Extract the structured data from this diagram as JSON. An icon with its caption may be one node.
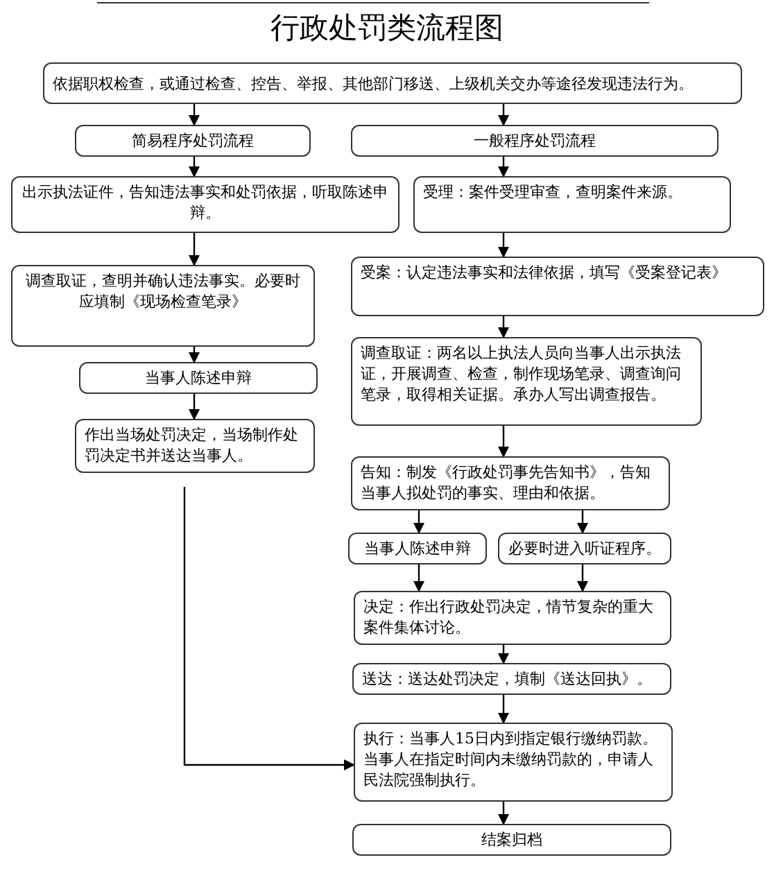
{
  "diagram": {
    "title": "行政处罚类流程图",
    "nodes": [
      {
        "text": [
          "依据职权检查，或通过检查、控告、举报、其他部门移送、上级机关交办等途径发现违法行为。"
        ]
      },
      {
        "text": [
          "简易程序处罚流程"
        ]
      },
      {
        "text": [
          "一般程序处罚流程"
        ]
      },
      {
        "text": [
          "出示执法证件，告知违法事实和处罚依据，听取陈述申辩。"
        ]
      },
      {
        "text": [
          "受理：案件受理审查，查明案件来源。"
        ]
      },
      {
        "text": [
          "调查取证，查明并确认违法事实。必要时应填制《现场检查笔录》"
        ]
      },
      {
        "text": [
          "受案：认定违法事实和法律依据，填写《受案登记表》"
        ]
      },
      {
        "text": [
          "当事人陈述申辩"
        ]
      },
      {
        "text": [
          "作出当场处罚决定，当场制作处罚决定书并送达当事人。"
        ]
      },
      {
        "text": [
          "调查取证：两名以上执法人员向当事人出示执法证，开展调查、检查，制作现场笔录、调查询问笔录，取得相关证据。承办人写出调查报告。"
        ]
      },
      {
        "text": [
          "告知：制发《行政处罚事先告知书》，告知当事人拟处罚的事实、理由和依据。"
        ]
      },
      {
        "text": [
          "当事人陈述申辩"
        ]
      },
      {
        "text": [
          "必要时进入听证程序。"
        ]
      },
      {
        "text": [
          "决定：作出行政处罚决定，情节复杂的重大案件集体讨论。"
        ]
      },
      {
        "text": [
          "送达：送达处罚决定，填制《送达回执》。"
        ]
      },
      {
        "text": [
          "执行：当事人15日内到指定银行缴纳罚款。当事人在指定时间内未缴纳罚款的，申请人民法院强制执行。"
        ]
      },
      {
        "text": [
          "结案归档"
        ]
      }
    ],
    "edges": [
      {
        "from": 0,
        "to": 1,
        "arrow": "to"
      },
      {
        "from": 0,
        "to": 2,
        "arrow": "to"
      },
      {
        "from": 1,
        "to": 3,
        "arrow": "to"
      },
      {
        "from": 2,
        "to": 4,
        "arrow": "to"
      },
      {
        "from": 3,
        "to": 5,
        "arrow": "to"
      },
      {
        "from": 4,
        "to": 6,
        "arrow": "to"
      },
      {
        "from": 5,
        "to": 7,
        "arrow": "to"
      },
      {
        "from": 7,
        "to": 8,
        "arrow": "to"
      },
      {
        "from": 6,
        "to": 9,
        "arrow": "to"
      },
      {
        "from": 9,
        "to": 10,
        "arrow": "to"
      },
      {
        "from": 10,
        "to": 11,
        "arrow": "to"
      },
      {
        "from": 10,
        "to": 12,
        "arrow": "to"
      },
      {
        "from": 11,
        "to": 13,
        "arrow": "to"
      },
      {
        "from": 12,
        "to": 13,
        "arrow": "to"
      },
      {
        "from": 13,
        "to": 14,
        "arrow": "to"
      },
      {
        "from": 14,
        "to": 15,
        "arrow": "to"
      },
      {
        "from": 8,
        "to": 15,
        "arrow": "to"
      },
      {
        "from": 15,
        "to": 16,
        "arrow": "to"
      }
    ]
  }
}
